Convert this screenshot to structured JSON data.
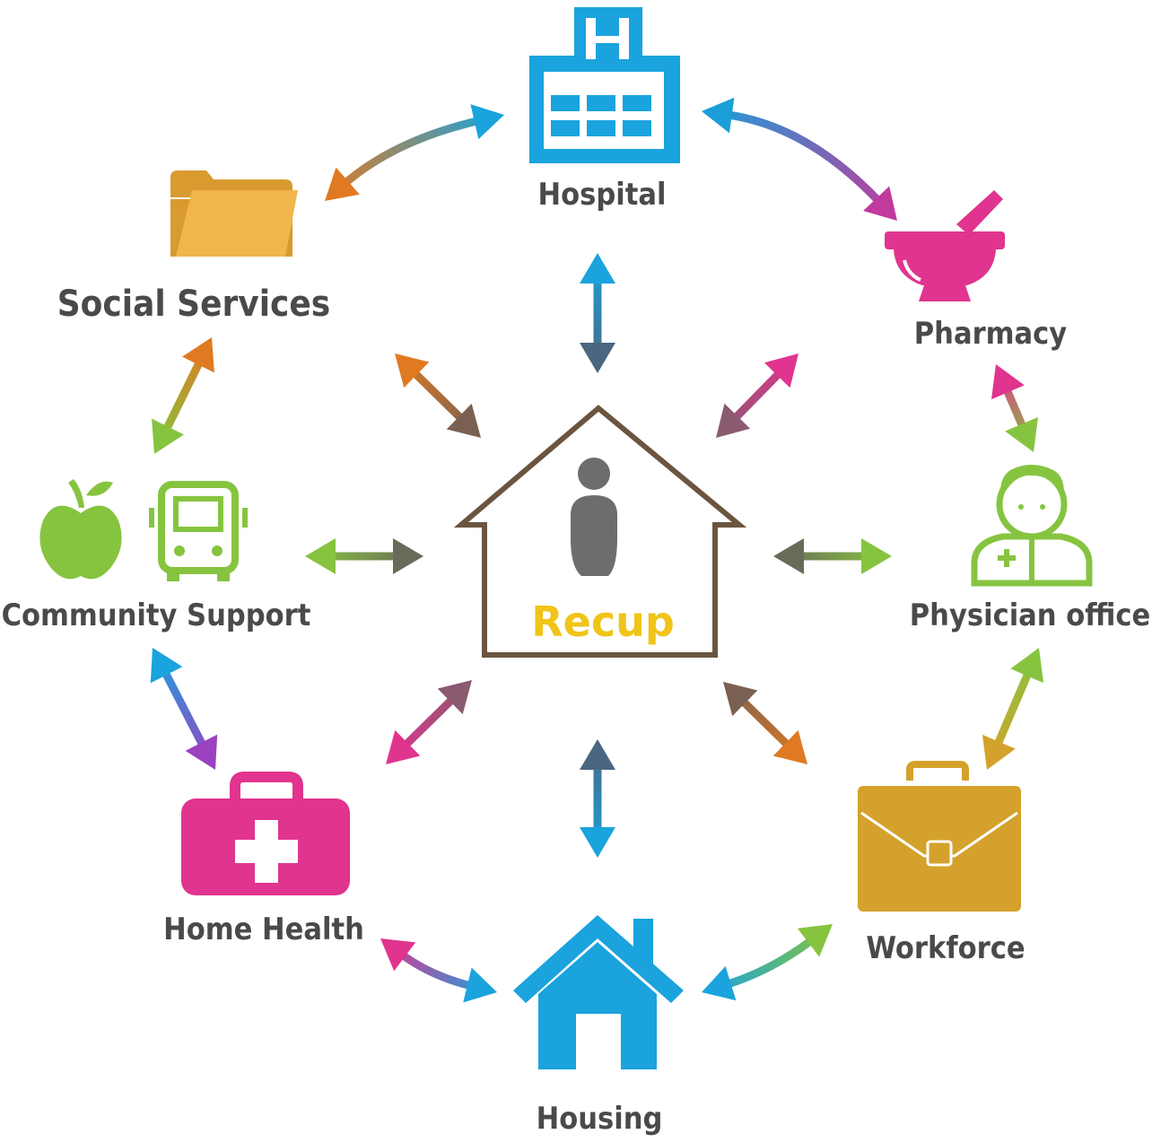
{
  "center": {
    "label": "Recup",
    "icon": "house-with-person-icon",
    "outline_color": "#6b5540",
    "person_color": "#6d6d6d",
    "label_color": "#f0c419"
  },
  "nodes": [
    {
      "id": "hospital",
      "label": "Hospital",
      "icon": "hospital-icon",
      "color": "#1aa3dd"
    },
    {
      "id": "pharmacy",
      "label": "Pharmacy",
      "icon": "mortar-pestle-icon",
      "color": "#e0348f"
    },
    {
      "id": "physician",
      "label": "Physician office",
      "icon": "doctor-icon",
      "color": "#86c440"
    },
    {
      "id": "workforce",
      "label": "Workforce",
      "icon": "briefcase-icon",
      "color": "#d4a22c"
    },
    {
      "id": "housing",
      "label": "Housing",
      "icon": "house-icon",
      "color": "#1aa3dd"
    },
    {
      "id": "home_health",
      "label": "Home Health",
      "icon": "medical-kit-icon",
      "color": "#e0348f"
    },
    {
      "id": "community",
      "label": "Community Support",
      "icon": "apple-and-bus-icon",
      "color": "#86c440"
    },
    {
      "id": "social",
      "label": "Social Services",
      "icon": "folder-icon",
      "color": "#e0ad47"
    }
  ],
  "connections": {
    "ring": [
      {
        "from": "hospital",
        "to": "pharmacy",
        "colors": [
          "#1a9fd8",
          "#c13a9d"
        ]
      },
      {
        "from": "pharmacy",
        "to": "physician",
        "colors": [
          "#e0348f",
          "#86c440"
        ]
      },
      {
        "from": "physician",
        "to": "workforce",
        "colors": [
          "#86c440",
          "#d4a22c"
        ]
      },
      {
        "from": "workforce",
        "to": "housing",
        "colors": [
          "#86c440",
          "#1aa3dd"
        ]
      },
      {
        "from": "housing",
        "to": "home_health",
        "colors": [
          "#1aa3dd",
          "#e0348f"
        ]
      },
      {
        "from": "home_health",
        "to": "community",
        "colors": [
          "#9b42c0",
          "#1aa3dd"
        ]
      },
      {
        "from": "community",
        "to": "social",
        "colors": [
          "#86c440",
          "#e07a22"
        ]
      },
      {
        "from": "social",
        "to": "hospital",
        "colors": [
          "#e07a22",
          "#1aa3dd"
        ]
      }
    ],
    "spokes": [
      {
        "to": "hospital",
        "colors": [
          "#1aa3dd",
          "#4a6680"
        ]
      },
      {
        "to": "pharmacy",
        "colors": [
          "#e0348f",
          "#8a5a70"
        ]
      },
      {
        "to": "physician",
        "colors": [
          "#86c440",
          "#6a6a5a"
        ]
      },
      {
        "to": "workforce",
        "colors": [
          "#e07a22",
          "#7a6050"
        ]
      },
      {
        "to": "housing",
        "colors": [
          "#1aa3dd",
          "#4a6680"
        ]
      },
      {
        "to": "home_health",
        "colors": [
          "#e0348f",
          "#8a5a70"
        ]
      },
      {
        "to": "community",
        "colors": [
          "#86c440",
          "#6a6a5a"
        ]
      },
      {
        "to": "social",
        "colors": [
          "#e07a22",
          "#7a6050"
        ]
      }
    ]
  }
}
